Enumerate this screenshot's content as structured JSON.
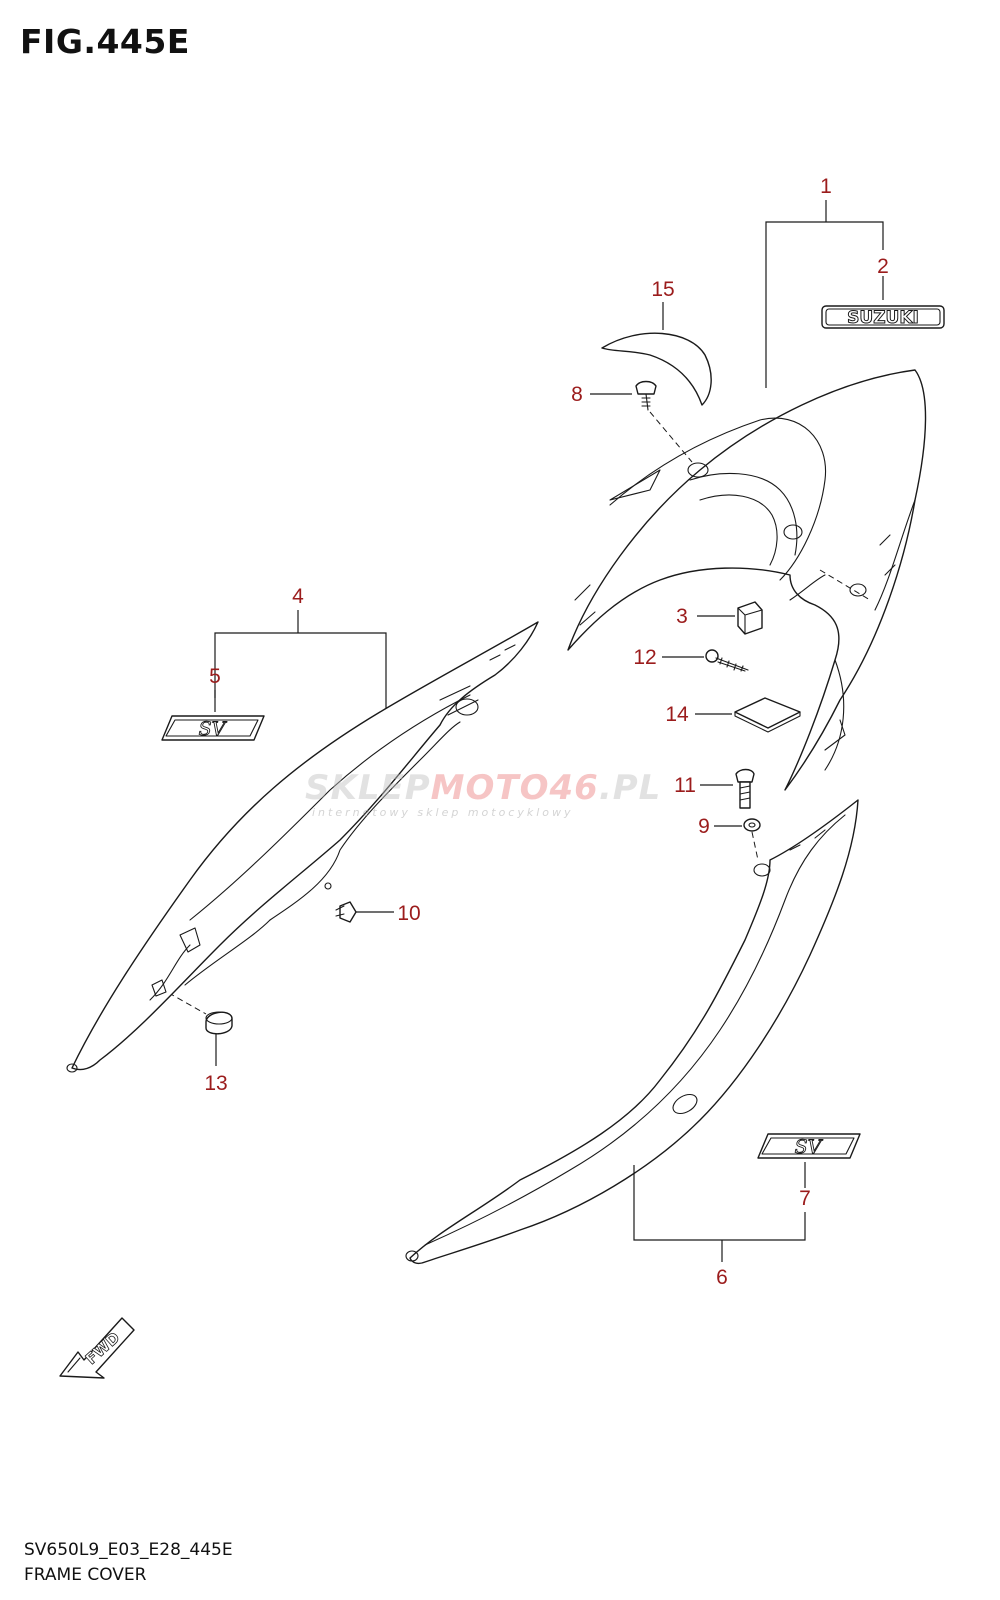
{
  "header": {
    "figure_title": "FIG.445E"
  },
  "watermark": {
    "brand_lead": "SKLEP",
    "brand_accent": "MOTO46",
    "brand_tail": ".PL",
    "tagline": "internetowy sklep motocyklowy"
  },
  "decals": {
    "suzuki_logo_text": "SUZUKI",
    "sv_logo_text": "SV",
    "fwd_arrow_text": "FWD"
  },
  "callouts": {
    "part_1": "1",
    "part_2": "2",
    "part_3": "3",
    "part_4": "4",
    "part_5": "5",
    "part_6": "6",
    "part_7": "7",
    "part_8": "8",
    "part_9": "9",
    "part_10": "10",
    "part_11": "11",
    "part_12": "12",
    "part_13": "13",
    "part_14": "14",
    "part_15": "15"
  },
  "colors": {
    "callout_number": "#9b1c1c",
    "line_art": "#1a1a1a"
  },
  "footer": {
    "diagram_code": "SV650L9_E03_E28_445E",
    "section_name": "FRAME COVER"
  }
}
